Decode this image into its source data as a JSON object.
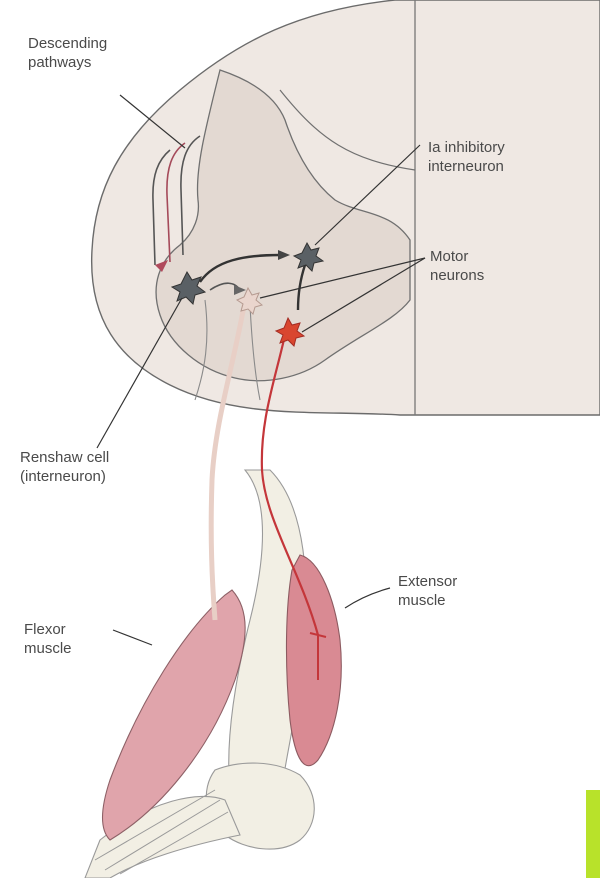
{
  "labels": {
    "descending_pathways": [
      "Descending",
      "pathways"
    ],
    "ia_inhibitory_interneuron": [
      "Ia inhibitory",
      "interneuron"
    ],
    "motor_neurons": [
      "Motor",
      "neurons"
    ],
    "renshaw_cell": [
      "Renshaw cell",
      "(interneuron)"
    ],
    "extensor_muscle": [
      "Extensor",
      "muscle"
    ],
    "flexor_muscle": [
      "Flexor",
      "muscle"
    ]
  },
  "colors": {
    "spinal_cord": "#efe8e3",
    "gray_matter": "#e3d9d2",
    "outline": "#555555",
    "muscle": "#d98a93",
    "motor_axon": "#c4363a",
    "interneuron": "#555a5e",
    "corner_accent": "#b8e22a"
  }
}
